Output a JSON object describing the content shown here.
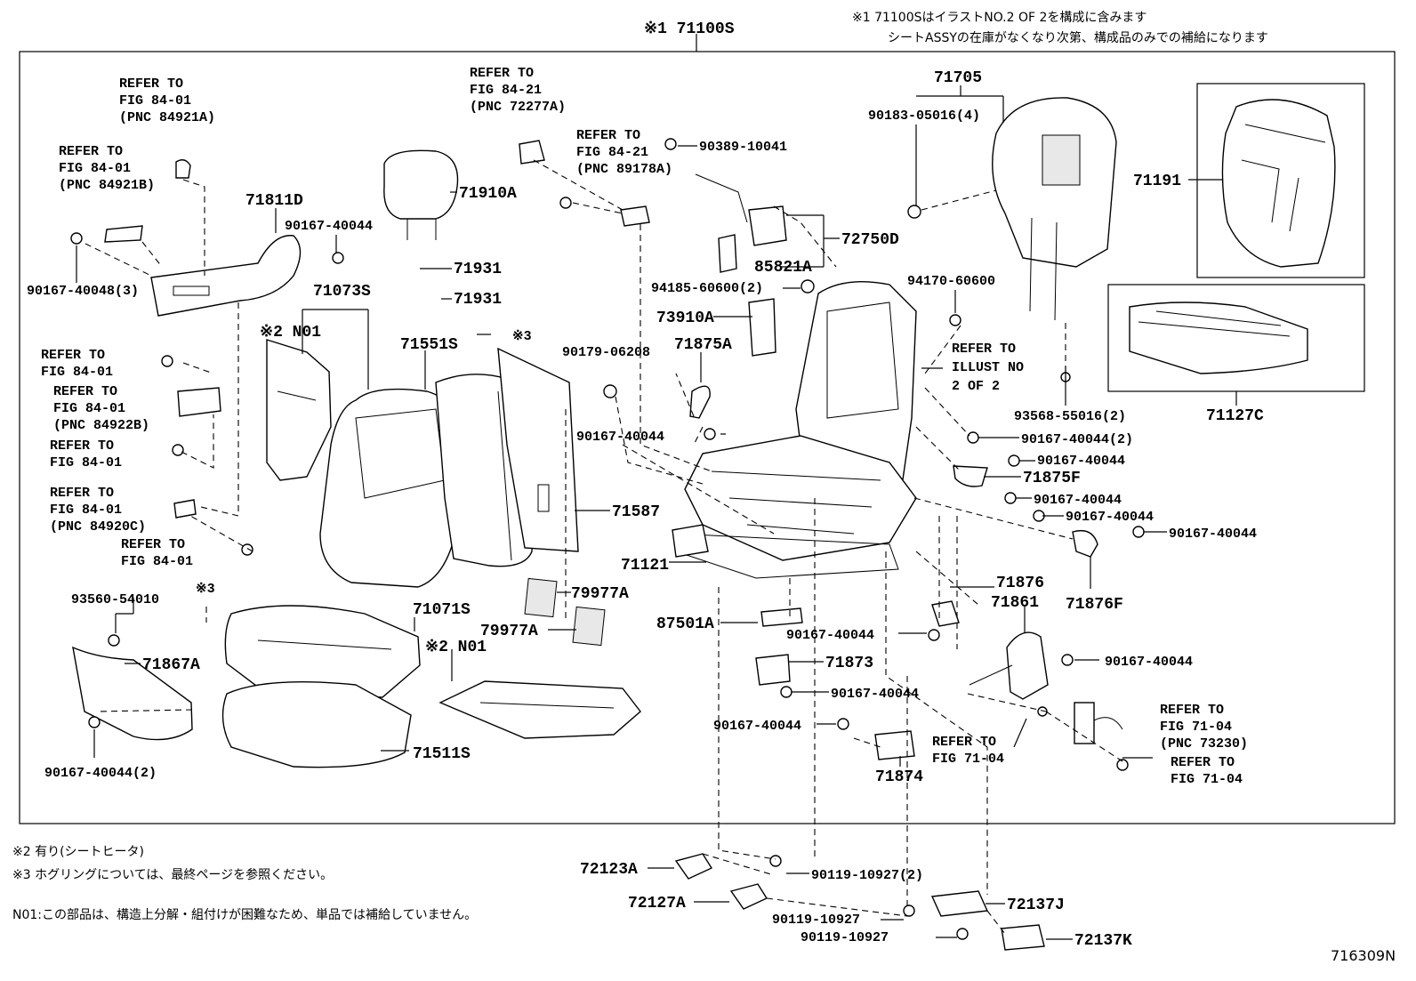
{
  "header": {
    "main_assembly": "※1 71100S",
    "note1_line1": "※1 71100SはイラストNO.2 OF 2を構成に含みます",
    "note1_line2": "シートASSYの在庫がなくなり次第、構成品のみでの補給になります"
  },
  "footer": {
    "note2": "※2 有り(シートヒータ)",
    "note3": "※3 ホグリングについては、最終ページを参照ください。",
    "note_n01": "N01:この部品は、構造上分解・組付けが困難なため、単品では補給していません。",
    "illustration_id": "716309N"
  },
  "refs": [
    {
      "id": "r1",
      "lines": [
        "REFER TO",
        "FIG 84-01",
        "(PNC 84921A)"
      ]
    },
    {
      "id": "r2",
      "lines": [
        "REFER TO",
        "FIG 84-01",
        "(PNC 84921B)"
      ]
    },
    {
      "id": "r3",
      "lines": [
        "REFER TO",
        "FIG 84-21",
        "(PNC 72277A)"
      ]
    },
    {
      "id": "r4",
      "lines": [
        "REFER TO",
        "FIG 84-21",
        "(PNC 89178A)"
      ]
    },
    {
      "id": "r5",
      "lines": [
        "REFER TO",
        "FIG 84-01"
      ]
    },
    {
      "id": "r6",
      "lines": [
        "REFER TO",
        "FIG 84-01",
        "(PNC 84922B)"
      ]
    },
    {
      "id": "r7",
      "lines": [
        "REFER TO",
        "FIG 84-01"
      ]
    },
    {
      "id": "r8",
      "lines": [
        "REFER TO",
        "FIG 84-01",
        "(PNC 84920C)"
      ]
    },
    {
      "id": "r9",
      "lines": [
        "REFER TO",
        "FIG 84-01"
      ]
    },
    {
      "id": "r10",
      "lines": [
        "REFER TO",
        "ILLUST NO",
        "2 OF 2"
      ]
    },
    {
      "id": "r11",
      "lines": [
        "REFER TO",
        "FIG 71-04"
      ]
    },
    {
      "id": "r12",
      "lines": [
        "REFER TO",
        "FIG 71-04",
        "(PNC 73230)"
      ]
    },
    {
      "id": "r13",
      "lines": [
        "REFER TO",
        "FIG 71-04"
      ]
    }
  ],
  "labels": {
    "p71705": "71705",
    "p90183": "90183-05016(4)",
    "p71191": "71191",
    "p71811D": "71811D",
    "p90167_a": "90167-40044",
    "p90167_40048": "90167-40048(3)",
    "p71910A": "71910A",
    "p71931_a": "71931",
    "p71931_b": "71931",
    "p90389": "90389-10041",
    "p72750D": "72750D",
    "p85821A": "85821A",
    "p94185": "94185-60600(2)",
    "p94170": "94170-60600",
    "p71073S": "71073S",
    "n01_a": "※2 N01",
    "p71551S": "71551S",
    "x3_a": "※3",
    "p73910A": "73910A",
    "p71875A": "71875A",
    "p90179": "90179-06208",
    "p93568": "93568-55016(2)",
    "p71127C": "71127C",
    "p90167_b": "90167-40044",
    "p90167_c": "90167-40044(2)",
    "p90167_d": "90167-40044",
    "p71875F": "71875F",
    "p90167_e": "90167-40044",
    "p90167_f": "90167-40044",
    "p90167_g": "90167-40044",
    "p71876F": "71876F",
    "p71587": "71587",
    "p71121": "71121",
    "p79977A_a": "79977A",
    "p79977A_b": "79977A",
    "p87501A": "87501A",
    "p71876": "71876",
    "p71861": "71861",
    "p93560": "93560-54010",
    "x3_b": "※3",
    "p71071S": "71071S",
    "n01_b": "※2 N01",
    "p71867A": "71867A",
    "p90167_h": "90167-40044",
    "p90167_i": "90167-40044",
    "p71873": "71873",
    "p90167_j": "90167-40044",
    "p90167_k": "90167-40044",
    "p71511S": "71511S",
    "p90167_l": "90167-40044(2)",
    "p71874": "71874",
    "p72123A": "72123A",
    "p90119_a": "90119-10927(2)",
    "p72127A": "72127A",
    "p90119_b": "90119-10927",
    "p72137J": "72137J",
    "p90119_c": "90119-10927",
    "p72137K": "72137K"
  }
}
